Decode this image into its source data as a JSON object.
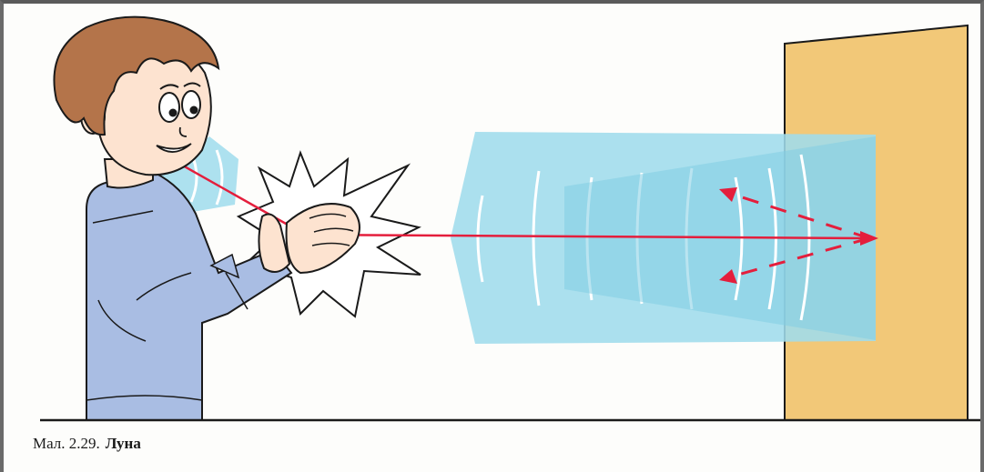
{
  "figure": {
    "label": "Мал. 2.29.",
    "title": "Луна"
  },
  "colors": {
    "sound_wave": "#9fdcec",
    "wall": "#f2c878",
    "sweater": "#a9bde3",
    "hair": "#b4744a",
    "skin": "#fde3d0",
    "sound_ray": "#e41e3c",
    "ground_line": "#1a1a1a"
  },
  "icons": {
    "boy": "boy-clapping-figure",
    "clap": "clap-burst-icon",
    "wall": "wall-icon"
  }
}
